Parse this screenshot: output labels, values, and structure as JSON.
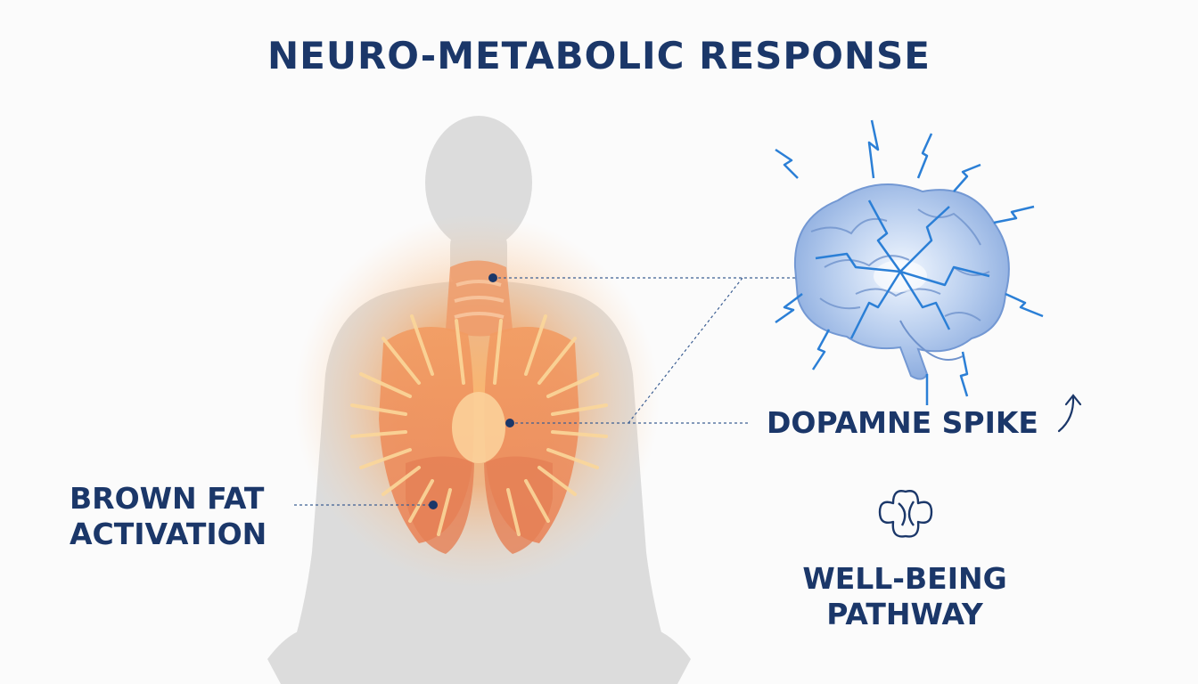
{
  "title": "NEURO-METABOLIC RESPONSE",
  "labels": {
    "brown_fat": [
      "BROWN FAT",
      "ACTIVATION"
    ],
    "dopamine": "DOPAMNE SPIKE",
    "wellbeing": [
      "WELL-BEING",
      "PATHWAY"
    ]
  },
  "icons": {
    "dopamine_trend": "up-arrow-icon",
    "wellbeing": "pathway-knot-icon",
    "brain": "brain-icon",
    "body": "human-silhouette"
  },
  "colors": {
    "text": "#1b3769",
    "silhouette": "#dcdcdc",
    "glow": "#f6a45c",
    "organ": "#ea8a55",
    "brain": "#8fb1e4",
    "lightning": "#2b7fd6"
  }
}
